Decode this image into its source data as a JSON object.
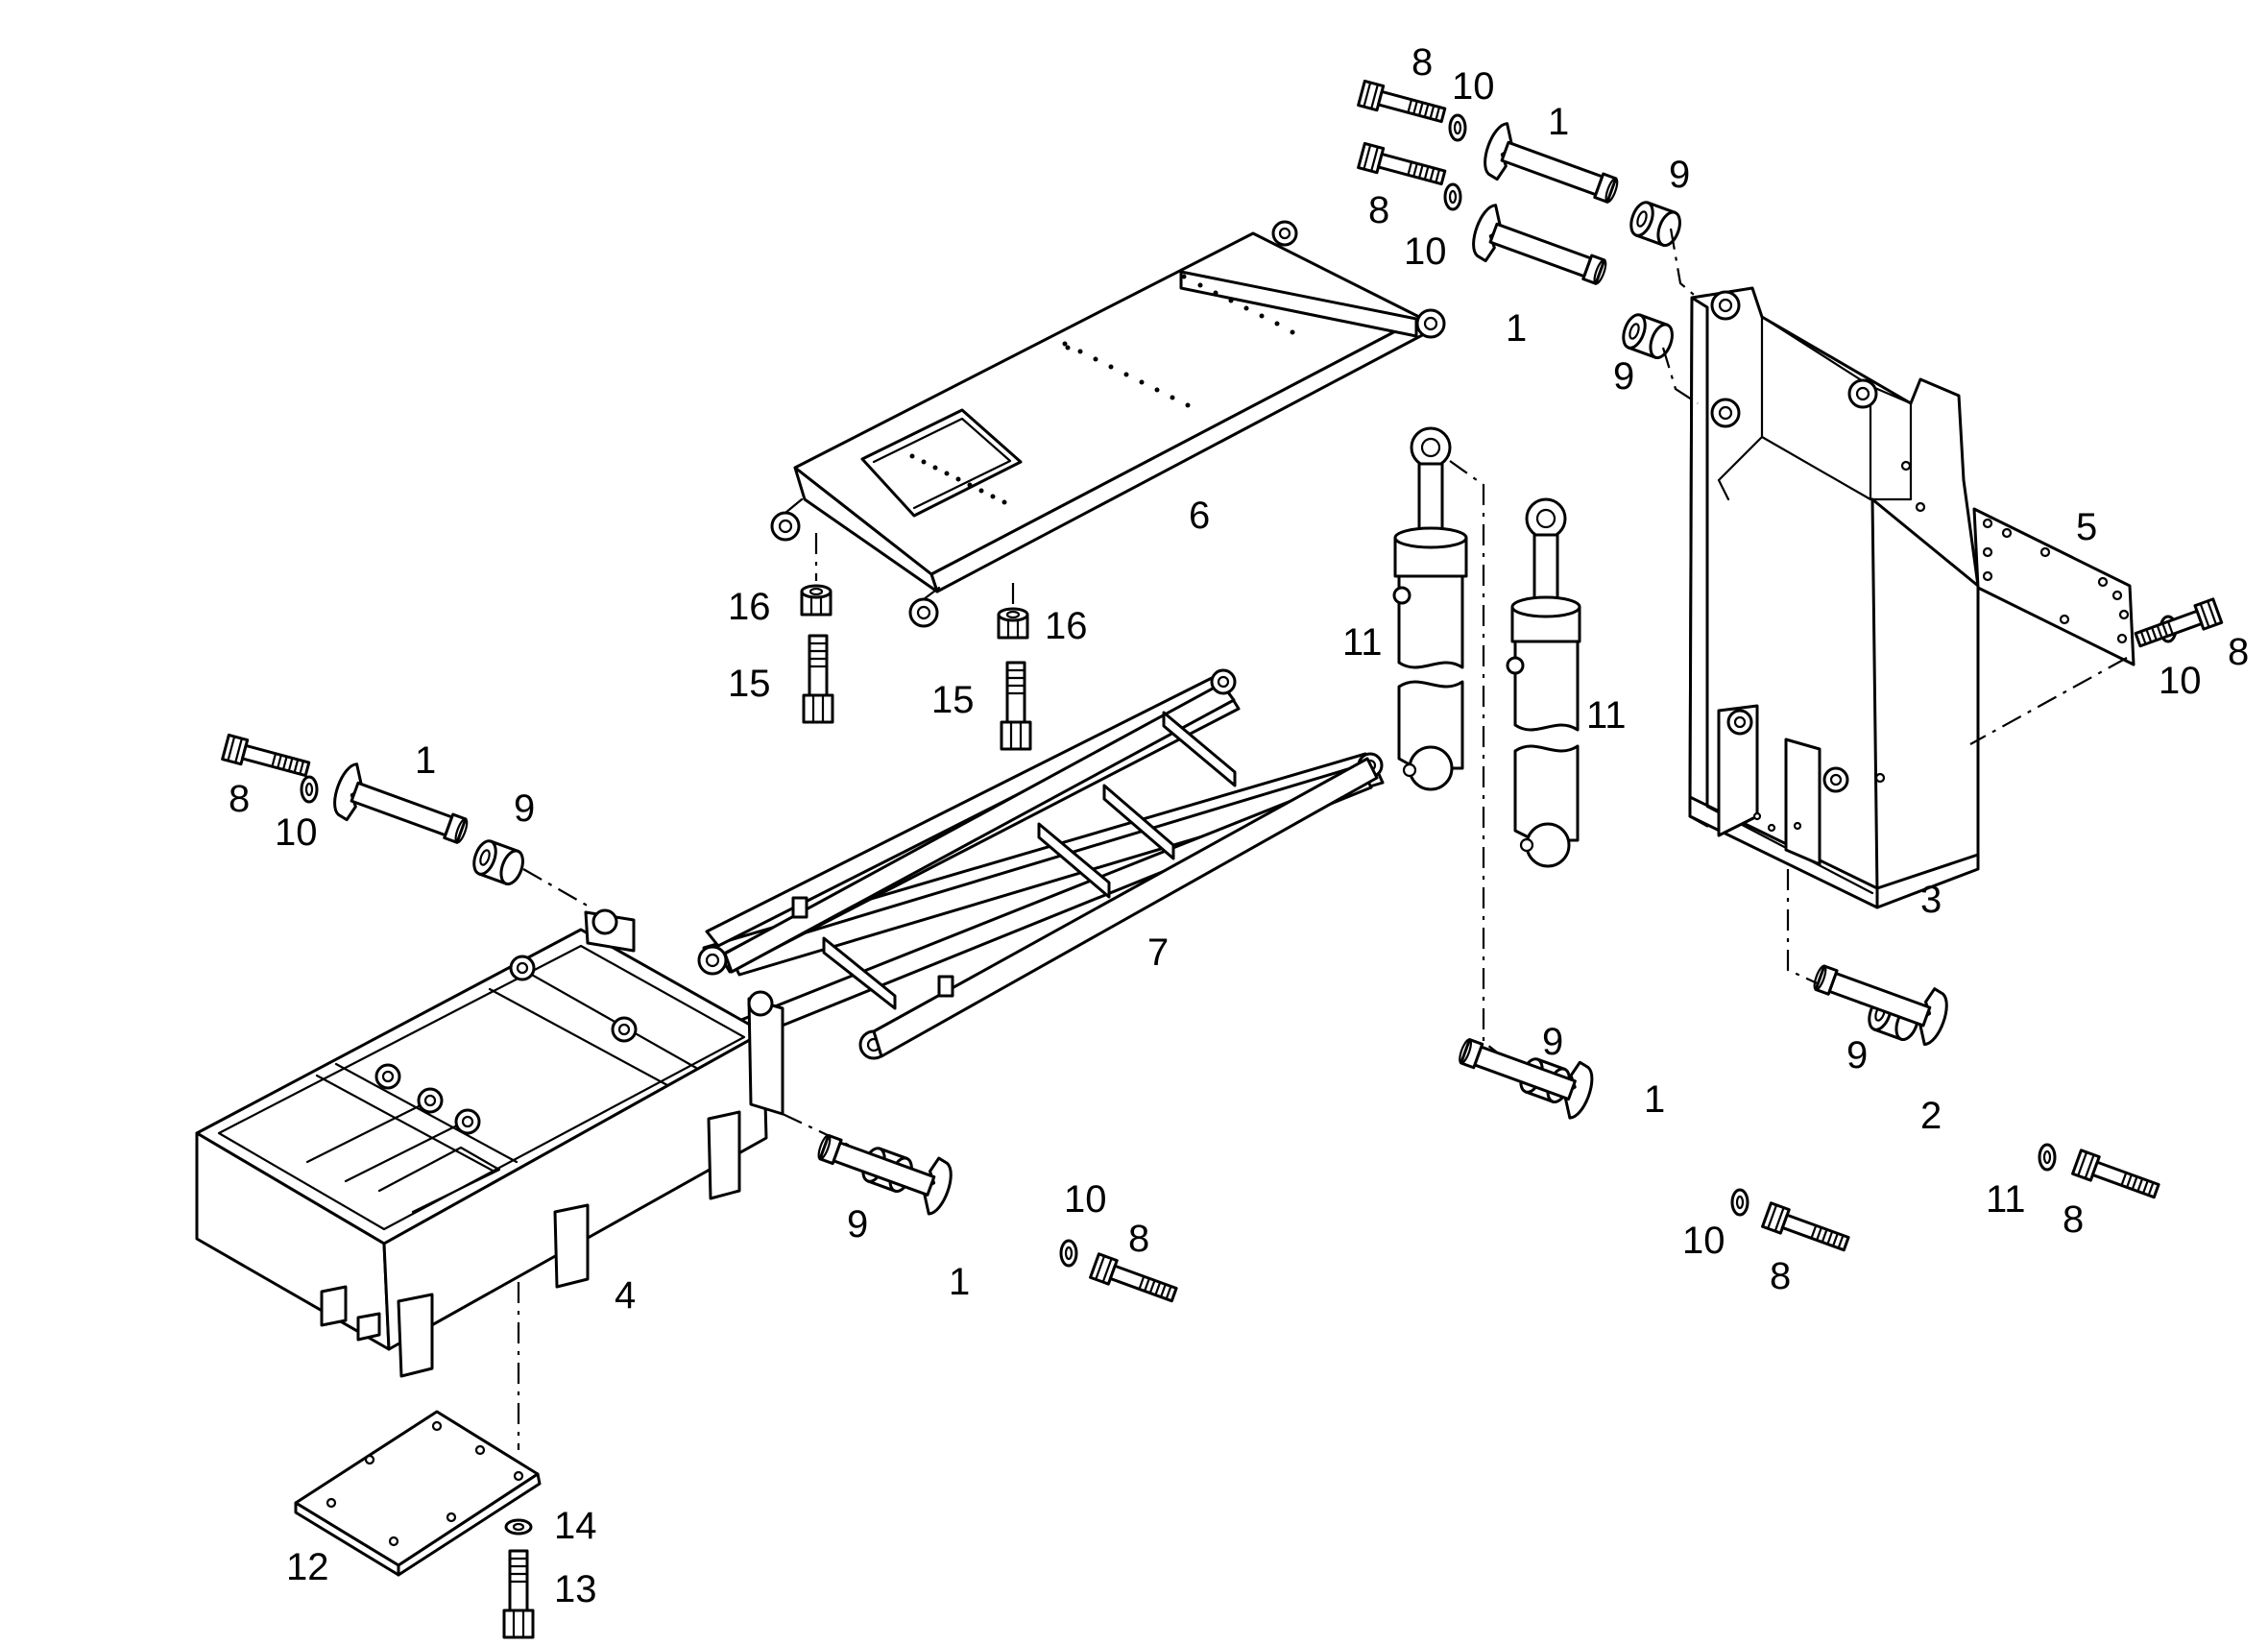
{
  "diagram": {
    "type": "exploded parts drawing",
    "colors": {
      "line": "#000000",
      "background": "#ffffff"
    },
    "callouts": [
      {
        "id": "c-8-a",
        "text": "8"
      },
      {
        "id": "c-10-a",
        "text": "10"
      },
      {
        "id": "c-1-a",
        "text": "1"
      },
      {
        "id": "c-9-a",
        "text": "9"
      },
      {
        "id": "c-8-b",
        "text": "8"
      },
      {
        "id": "c-10-b",
        "text": "10"
      },
      {
        "id": "c-1-b",
        "text": "1"
      },
      {
        "id": "c-9-b",
        "text": "9"
      },
      {
        "id": "c-5",
        "text": "5"
      },
      {
        "id": "c-8-c",
        "text": "8"
      },
      {
        "id": "c-10-c",
        "text": "10"
      },
      {
        "id": "c-3",
        "text": "3"
      },
      {
        "id": "c-6",
        "text": "6"
      },
      {
        "id": "c-16-a",
        "text": "16"
      },
      {
        "id": "c-15-a",
        "text": "15"
      },
      {
        "id": "c-16-b",
        "text": "16"
      },
      {
        "id": "c-15-b",
        "text": "15"
      },
      {
        "id": "c-11-a",
        "text": "11"
      },
      {
        "id": "c-11-b",
        "text": "11"
      },
      {
        "id": "c-1-c",
        "text": "1"
      },
      {
        "id": "c-8-d",
        "text": "8"
      },
      {
        "id": "c-10-d",
        "text": "10"
      },
      {
        "id": "c-9-c",
        "text": "9"
      },
      {
        "id": "c-7",
        "text": "7"
      },
      {
        "id": "c-9-d",
        "text": "9"
      },
      {
        "id": "c-1-d",
        "text": "1"
      },
      {
        "id": "c-10-e",
        "text": "10"
      },
      {
        "id": "c-8-e",
        "text": "8"
      },
      {
        "id": "c-9-e",
        "text": "9"
      },
      {
        "id": "c-2",
        "text": "2"
      },
      {
        "id": "c-11-c",
        "text": "11"
      },
      {
        "id": "c-8-f",
        "text": "8"
      },
      {
        "id": "c-10-f",
        "text": "10"
      },
      {
        "id": "c-8-g",
        "text": "8"
      },
      {
        "id": "c-1-e",
        "text": "1"
      },
      {
        "id": "c-9-f",
        "text": "9"
      },
      {
        "id": "c-10-g",
        "text": "10"
      },
      {
        "id": "c-8-h",
        "text": "8"
      },
      {
        "id": "c-1-f",
        "text": "1"
      },
      {
        "id": "c-4",
        "text": "4"
      },
      {
        "id": "c-12",
        "text": "12"
      },
      {
        "id": "c-14",
        "text": "14"
      },
      {
        "id": "c-13",
        "text": "13"
      }
    ]
  }
}
